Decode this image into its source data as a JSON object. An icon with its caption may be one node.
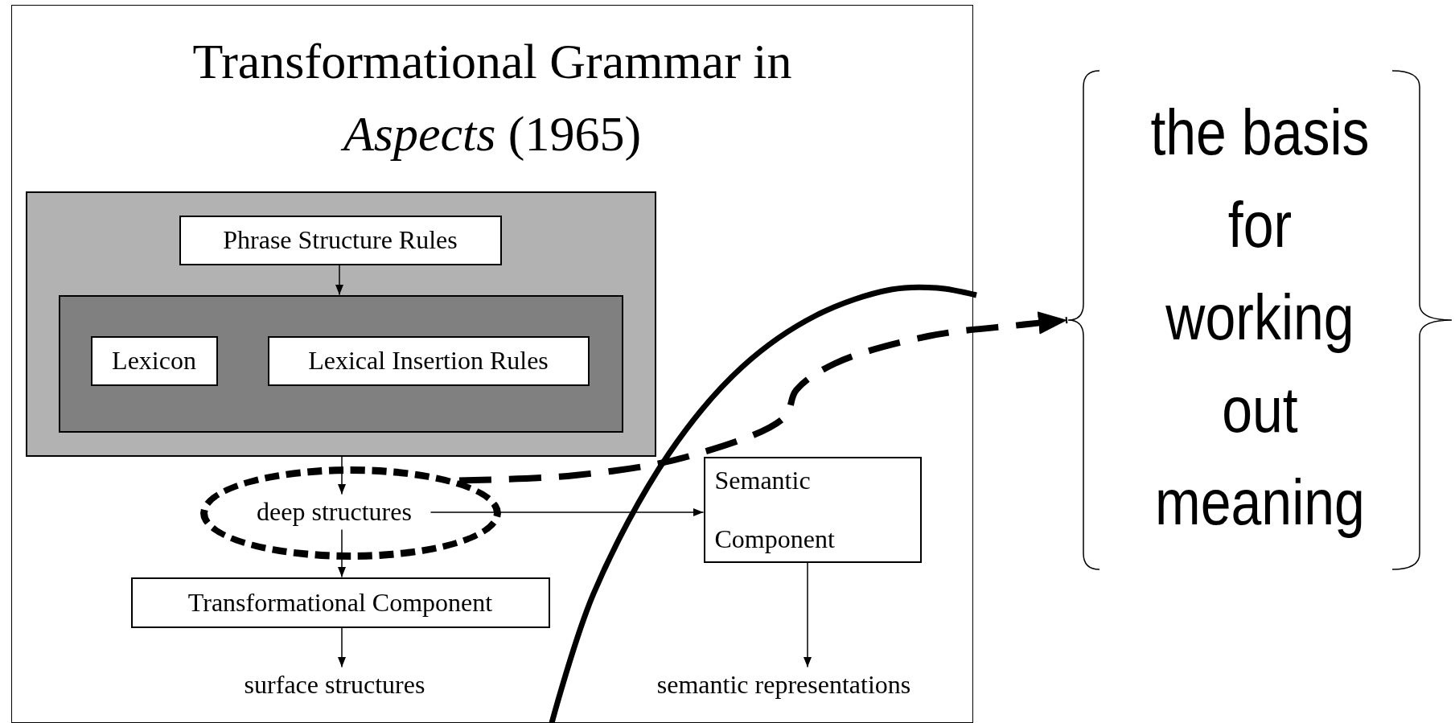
{
  "diagram": {
    "nodes": [
      {
        "text": [
          "Transformational Grammar in *Aspects* (1965)"
        ]
      },
      {
        "text": [],
        "shape": "box",
        "in": 0
      },
      {
        "text": [
          "Phrase Structure Rules"
        ],
        "in": 1
      },
      {
        "text": [],
        "shape": "box",
        "in": 1
      },
      {
        "text": [
          "Lexicon"
        ],
        "in": 3
      },
      {
        "text": [
          "Lexical Insertion Rules"
        ],
        "in": 3
      },
      {
        "text": [],
        "shape": "ellipse",
        "in": 0
      },
      {
        "text": [
          "deep structures"
        ],
        "in": 6
      },
      {
        "text": [
          "Transformational Component"
        ],
        "in": 0
      },
      {
        "text": [
          "surface structures"
        ],
        "in": 0
      },
      {
        "text": [
          "Semantic Component"
        ],
        "in": 0
      },
      {
        "text": [
          "semantic representations"
        ],
        "in": 0
      },
      {
        "text": [
          "the basis for working out meaning"
        ]
      }
    ],
    "edges": [
      {
        "from": 2,
        "to": 3,
        "arrow": "to"
      },
      {
        "from": 1,
        "to": 7,
        "arrow": "to"
      },
      {
        "from": 7,
        "to": 8,
        "arrow": "to"
      },
      {
        "from": 8,
        "to": 9,
        "arrow": "to"
      },
      {
        "from": 7,
        "to": 10,
        "arrow": "to"
      },
      {
        "from": 10,
        "to": 11,
        "arrow": "to"
      },
      {
        "from": 6,
        "to": 12,
        "arrow": "to",
        "style": "dashed"
      }
    ]
  }
}
